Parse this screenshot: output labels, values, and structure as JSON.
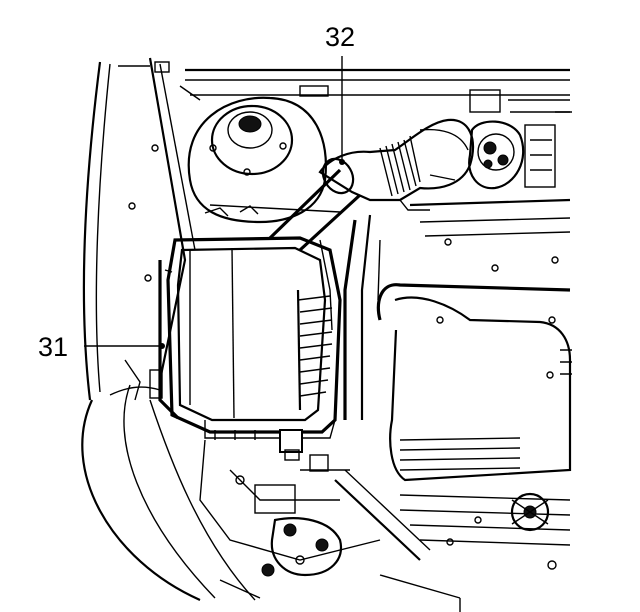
{
  "callouts": [
    {
      "id": "31",
      "label": "31"
    },
    {
      "id": "32",
      "label": "32"
    }
  ],
  "colors": {
    "ink": "#000000",
    "paper": "#ffffff"
  }
}
